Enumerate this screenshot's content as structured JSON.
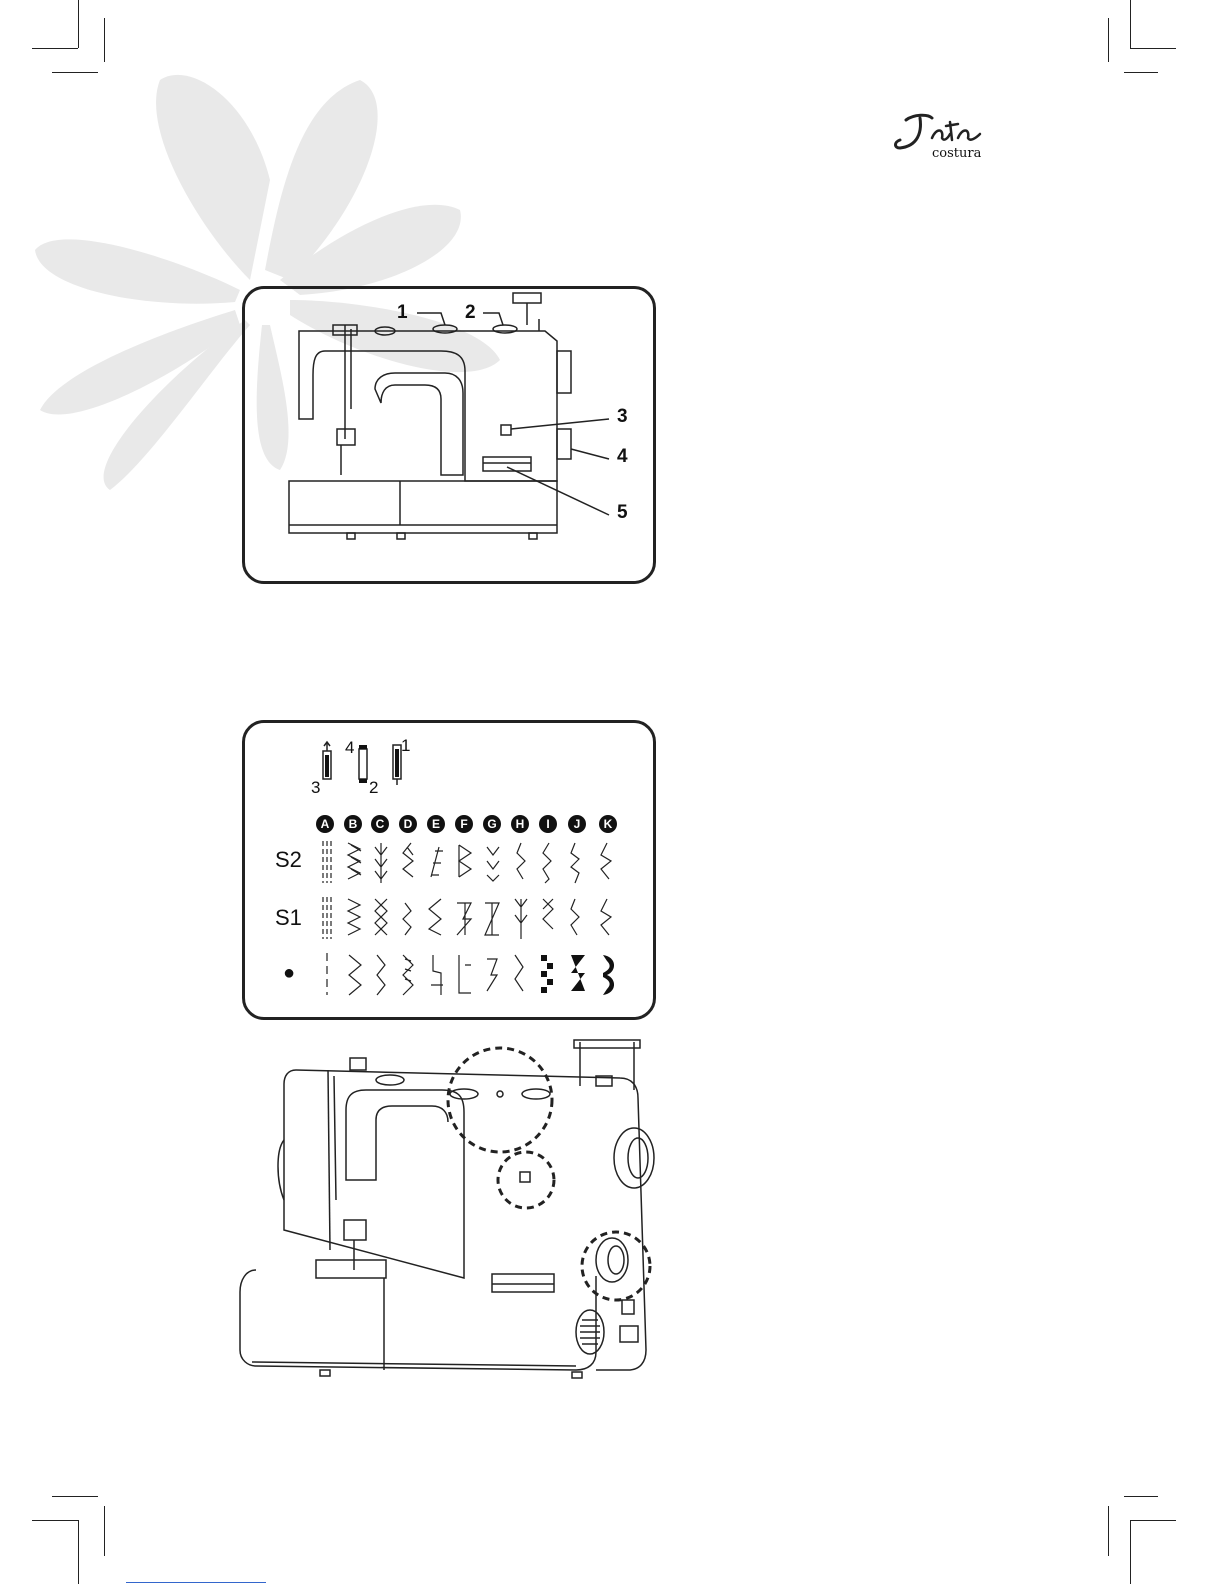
{
  "brand": {
    "logo_text": "costura",
    "logo_script": "Jata"
  },
  "figure1": {
    "callouts": [
      "1",
      "2",
      "3",
      "4",
      "5"
    ]
  },
  "figure2": {
    "positions": {
      "left": "3",
      "center_top": "4",
      "center_bottom": "2",
      "right": "1"
    },
    "columns": [
      "A",
      "B",
      "C",
      "D",
      "E",
      "F",
      "G",
      "H",
      "I",
      "J",
      "K"
    ],
    "rows": [
      "S2",
      "S1",
      "●"
    ]
  },
  "figure3": {
    "highlighted_controls": [
      "pattern-selector-dials",
      "indicator-window",
      "stitch-length-dial"
    ]
  },
  "colors": {
    "ink": "#222222",
    "flower": "#e9e9e9",
    "link": "#3366cc"
  }
}
